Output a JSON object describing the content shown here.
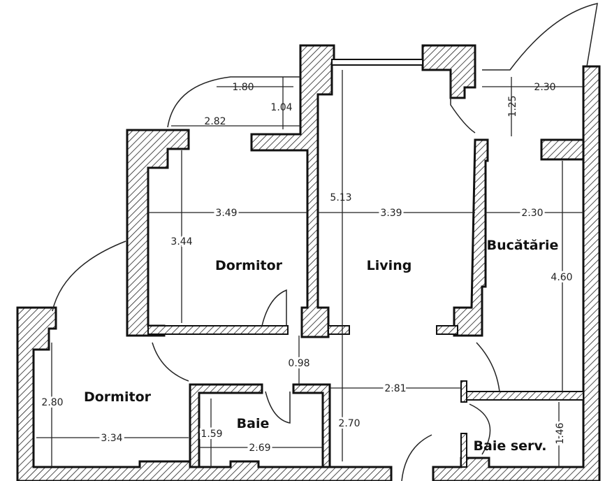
{
  "rooms": {
    "dormitor_1": "Dormitor",
    "living": "Living",
    "bucatarie": "Bucătărie",
    "dormitor_2": "Dormitor",
    "baie": "Baie",
    "baie_serv": "Baie serv."
  },
  "dimensions": {
    "balcony_width_top": "1.80",
    "balcony_depth": "1.04",
    "balcony_width": "2.82",
    "kitchen_balcony_width": "2.30",
    "kitchen_balcony_depth": "1.25",
    "living_length": "5.13",
    "dormitor1_width": "3.49",
    "living_width": "3.39",
    "kitchen_width": "2.30",
    "dormitor1_length": "3.44",
    "kitchen_length": "4.60",
    "hall_depth": "0.98",
    "hall_width": "2.81",
    "dormitor2_length": "2.80",
    "dormitor2_width": "3.34",
    "baie_length": "1.59",
    "baie_width": "2.69",
    "hall_length": "2.70",
    "baie_serv_length": "1.46"
  }
}
